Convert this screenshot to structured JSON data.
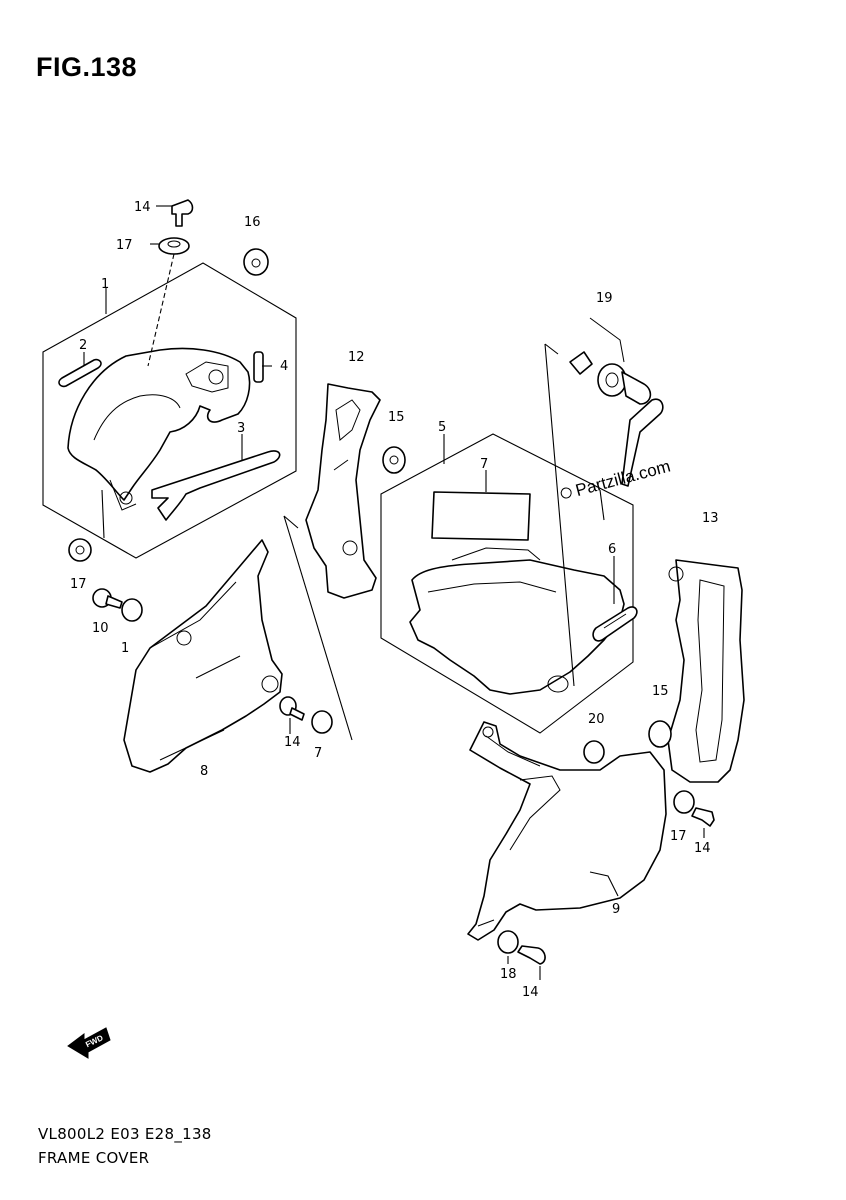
{
  "figure": {
    "title": "FIG.138",
    "code": "VL800L2 E03 E28_138",
    "name": "FRAME COVER",
    "watermark": "Partzilla.com",
    "fwd_label": "FWD"
  },
  "callouts": [
    {
      "id": "c-14-top",
      "label": "14"
    },
    {
      "id": "c-17-top",
      "label": "17"
    },
    {
      "id": "c-16",
      "label": "16"
    },
    {
      "id": "c-1-box",
      "label": "1"
    },
    {
      "id": "c-2",
      "label": "2"
    },
    {
      "id": "c-4",
      "label": "4"
    },
    {
      "id": "c-3",
      "label": "3"
    },
    {
      "id": "c-17-left",
      "label": "17"
    },
    {
      "id": "c-10",
      "label": "10"
    },
    {
      "id": "c-1-left",
      "label": "1"
    },
    {
      "id": "c-12",
      "label": "12"
    },
    {
      "id": "c-15-mid",
      "label": "15"
    },
    {
      "id": "c-8",
      "label": "8"
    },
    {
      "id": "c-14-mid",
      "label": "14"
    },
    {
      "id": "c-7-mid",
      "label": "7"
    },
    {
      "id": "c-5",
      "label": "5"
    },
    {
      "id": "c-7-box",
      "label": "7"
    },
    {
      "id": "c-6",
      "label": "6"
    },
    {
      "id": "c-19",
      "label": "19"
    },
    {
      "id": "c-13",
      "label": "13"
    },
    {
      "id": "c-15-right",
      "label": "15"
    },
    {
      "id": "c-20",
      "label": "20"
    },
    {
      "id": "c-17-right",
      "label": "17"
    },
    {
      "id": "c-14-right",
      "label": "14"
    },
    {
      "id": "c-9",
      "label": "9"
    },
    {
      "id": "c-18",
      "label": "18"
    },
    {
      "id": "c-14-bottom",
      "label": "14"
    }
  ]
}
